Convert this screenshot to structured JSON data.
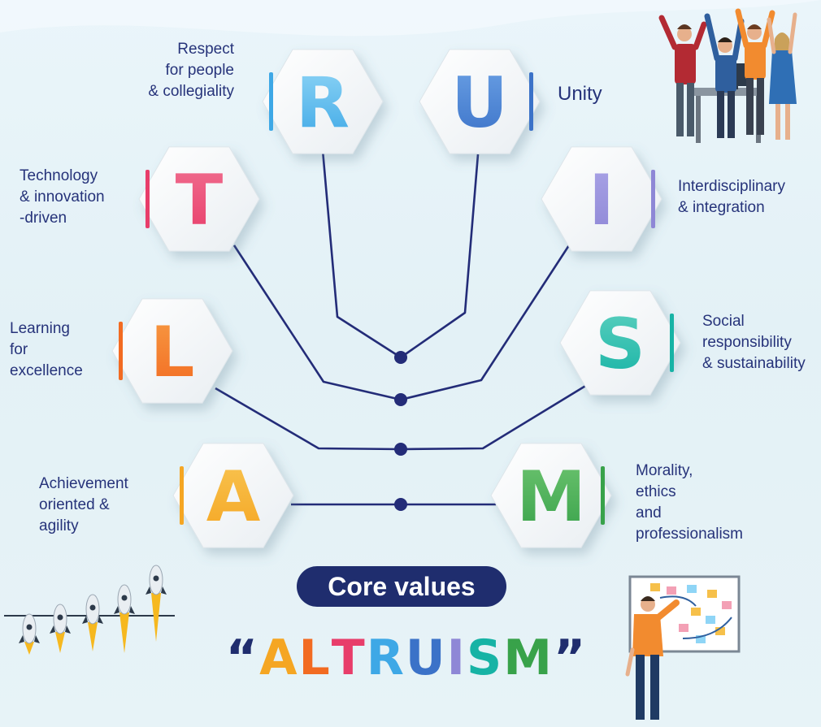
{
  "letters": [
    {
      "id": "R",
      "letter": "R",
      "label": "Respect\nfor people\n& collegiality",
      "color": "#3ea8e6",
      "color2": "#8fd5f6"
    },
    {
      "id": "U",
      "letter": "U",
      "label": "Unity",
      "color": "#3b72c8",
      "color2": "#6aa0e4"
    },
    {
      "id": "T",
      "letter": "T",
      "label": "Technology\n& innovation\n-driven",
      "color": "#e83d6a",
      "color2": "#f06e8f"
    },
    {
      "id": "I",
      "letter": "I",
      "label": "Interdisciplinary\n& integration",
      "color": "#8e87d6",
      "color2": "#a9a3e6"
    },
    {
      "id": "L",
      "letter": "L",
      "label": "Learning\nfor\nexcellence",
      "color": "#f26b22",
      "color2": "#f79a43"
    },
    {
      "id": "S",
      "letter": "S",
      "label": "Social\nresponsibility\n& sustainability",
      "color": "#17b3a5",
      "color2": "#5cd0bf"
    },
    {
      "id": "A",
      "letter": "A",
      "label": "Achievement\noriented &\n agility",
      "color": "#f5a623",
      "color2": "#f8c451"
    },
    {
      "id": "M",
      "letter": "M",
      "label": "Morality,\nethics\nand\nprofessionalism",
      "color": "#38a24a",
      "color2": "#6cc36f"
    }
  ],
  "core_values": "Core values",
  "headline": {
    "open_quote": "“",
    "close_quote": "”",
    "quote_color": "#1f2d6e",
    "chars": [
      {
        "ch": "A",
        "color": "#f5a623"
      },
      {
        "ch": "L",
        "color": "#f26b22"
      },
      {
        "ch": "T",
        "color": "#e83d6a"
      },
      {
        "ch": "R",
        "color": "#3ea8e6"
      },
      {
        "ch": "U",
        "color": "#3b72c8"
      },
      {
        "ch": "I",
        "color": "#8e87d6"
      },
      {
        "ch": "S",
        "color": "#17b3a5"
      },
      {
        "ch": "M",
        "color": "#38a24a"
      }
    ]
  },
  "line_color": "#232c78",
  "illustrations": [
    "team-celebrating-illustration",
    "rockets-launching-illustration",
    "person-at-whiteboard-illustration"
  ]
}
